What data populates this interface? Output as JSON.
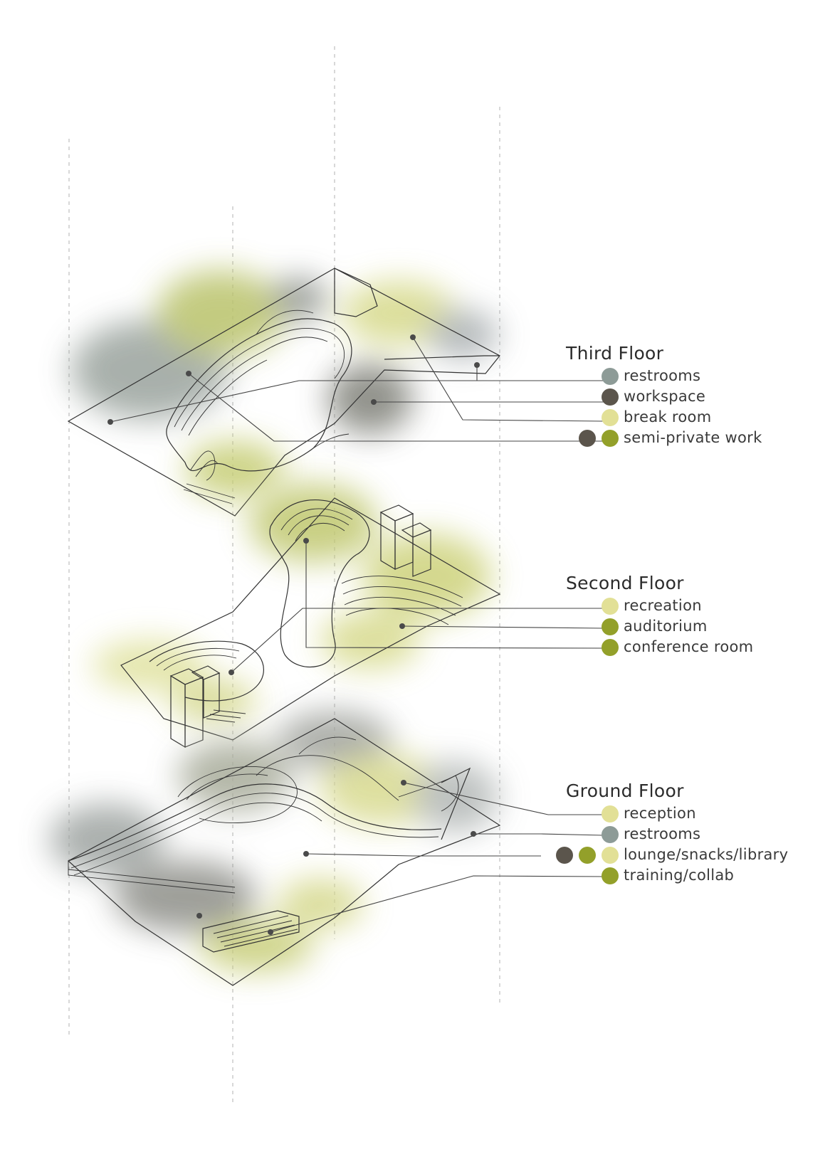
{
  "colors": {
    "grey": "#8d9b97",
    "dark": "#5b554c",
    "pale_yellow": "#e2e096",
    "olive": "#93a02a"
  },
  "floors": [
    {
      "id": "third",
      "title": "Third Floor",
      "rooms": [
        {
          "label": "restrooms",
          "markers": [
            "grey"
          ]
        },
        {
          "label": "workspace",
          "markers": [
            "dark"
          ]
        },
        {
          "label": "break room",
          "markers": [
            "pale_yellow"
          ]
        },
        {
          "label": "semi-private work",
          "markers": [
            "dark",
            "olive"
          ]
        }
      ]
    },
    {
      "id": "second",
      "title": "Second Floor",
      "rooms": [
        {
          "label": "recreation",
          "markers": [
            "pale_yellow"
          ]
        },
        {
          "label": "auditorium",
          "markers": [
            "olive"
          ]
        },
        {
          "label": "conference room",
          "markers": [
            "olive"
          ]
        }
      ]
    },
    {
      "id": "ground",
      "title": "Ground Floor",
      "rooms": [
        {
          "label": "reception",
          "markers": [
            "pale_yellow"
          ]
        },
        {
          "label": "restrooms",
          "markers": [
            "grey"
          ]
        },
        {
          "label": "lounge/snacks/library",
          "markers": [
            "dark",
            "olive",
            "pale_yellow"
          ]
        },
        {
          "label": "training/collab",
          "markers": [
            "olive"
          ]
        }
      ]
    }
  ]
}
